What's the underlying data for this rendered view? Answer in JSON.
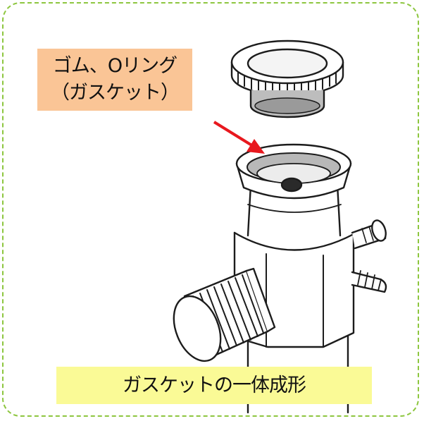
{
  "callout": {
    "line1": "ゴム、Oリング",
    "line2": "（ガスケット）"
  },
  "caption": "ガスケットの一体成形",
  "colors": {
    "frame_border": "#8dc63f",
    "callout_bg": "#fac596",
    "caption_bg": "#fafa96",
    "arrow": "#e8181e"
  }
}
